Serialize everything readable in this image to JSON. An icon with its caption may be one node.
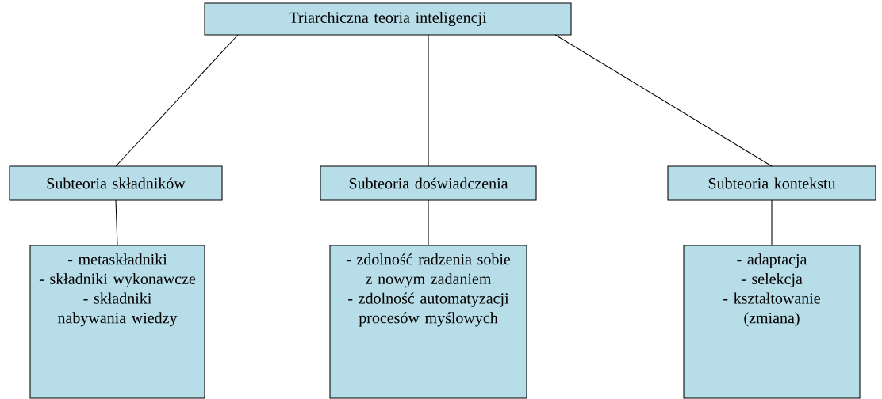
{
  "diagram": {
    "nodes": [
      {
        "text": [
          "Triarchiczna teoria inteligencji"
        ]
      },
      {
        "text": [
          "Subteoria składników"
        ]
      },
      {
        "text": [
          "Subteoria doświadczenia"
        ]
      },
      {
        "text": [
          "Subteoria kontekstu"
        ]
      },
      {
        "text": [
          "- metaskładniki",
          "- składniki wykonawcze",
          "- składniki nabywania wiedzy"
        ]
      },
      {
        "text": [
          "- zdolność radzenia sobie z nowym zadaniem",
          "- zdolność automatyzacji procesów myślowych"
        ]
      },
      {
        "text": [
          "- adaptacja",
          "- selekcja",
          "- kształtowanie (zmiana)"
        ]
      }
    ],
    "edges": [
      {
        "from": 0,
        "to": 1,
        "arrow": "none"
      },
      {
        "from": 0,
        "to": 2,
        "arrow": "none"
      },
      {
        "from": 0,
        "to": 3,
        "arrow": "none"
      },
      {
        "from": 1,
        "to": 4,
        "arrow": "none"
      },
      {
        "from": 2,
        "to": 5,
        "arrow": "none"
      },
      {
        "from": 3,
        "to": 6,
        "arrow": "none"
      }
    ]
  }
}
